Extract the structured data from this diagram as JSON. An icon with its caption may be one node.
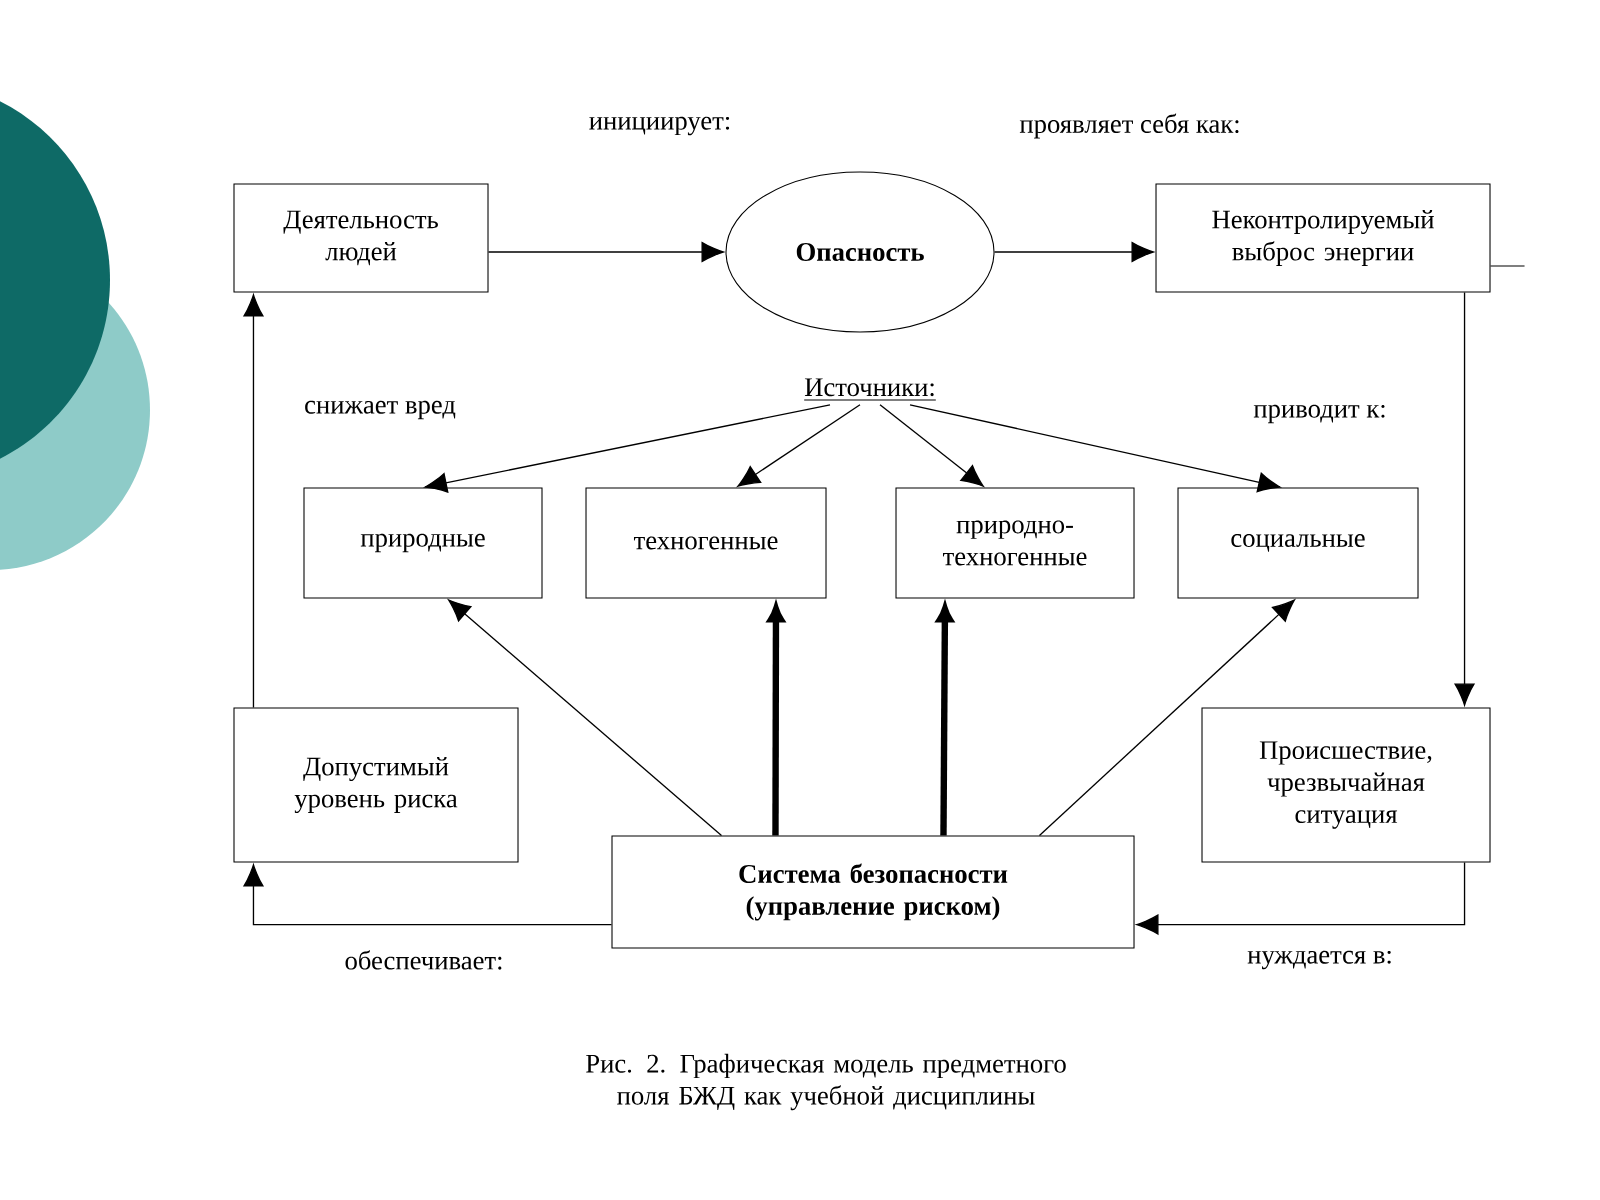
{
  "diagram": {
    "caption": "Рис. 2. Графическая модель предметного поля БЖД как учебной дисциплины",
    "nodes": [
      {
        "text": [
          "Деятельность людей"
        ]
      },
      {
        "text": [
          "Опасность"
        ]
      },
      {
        "text": [
          "Неконтролируемый выброс энергии"
        ]
      },
      {
        "text": [
          "Источники:"
        ]
      },
      {
        "text": [
          "природные"
        ]
      },
      {
        "text": [
          "техногенные"
        ]
      },
      {
        "text": [
          "природно- техногенные"
        ]
      },
      {
        "text": [
          "социальные"
        ]
      },
      {
        "text": [
          "Допустимый уровень риска"
        ]
      },
      {
        "text": [
          "Происшествие, чрезвычайная ситуация"
        ]
      },
      {
        "text": [
          "Система безопасности (управление риском)"
        ]
      }
    ],
    "edges": [
      {
        "from": 0,
        "to": 1,
        "arrow": "to"
      },
      {
        "from": 1,
        "to": 2,
        "arrow": "to"
      },
      {
        "from": 2,
        "to": 9,
        "arrow": "to"
      },
      {
        "from": 3,
        "to": 4,
        "arrow": "to"
      },
      {
        "from": 3,
        "to": 5,
        "arrow": "to"
      },
      {
        "from": 3,
        "to": 6,
        "arrow": "to"
      },
      {
        "from": 3,
        "to": 7,
        "arrow": "to"
      },
      {
        "from": 10,
        "to": 4,
        "arrow": "to"
      },
      {
        "from": 10,
        "to": 5,
        "arrow": "to",
        "style": "thick"
      },
      {
        "from": 10,
        "to": 6,
        "arrow": "to",
        "style": "thick"
      },
      {
        "from": 10,
        "to": 7,
        "arrow": "to"
      },
      {
        "from": 9,
        "to": 10,
        "arrow": "to"
      },
      {
        "from": 10,
        "to": 8,
        "arrow": "to"
      },
      {
        "from": 8,
        "to": 0,
        "arrow": "to"
      }
    ],
    "labels": [
      "инициирует:",
      "проявляет себя как:",
      "снижает вред",
      "приводит к:",
      "обеспечивает:",
      "нуждается в:"
    ]
  }
}
